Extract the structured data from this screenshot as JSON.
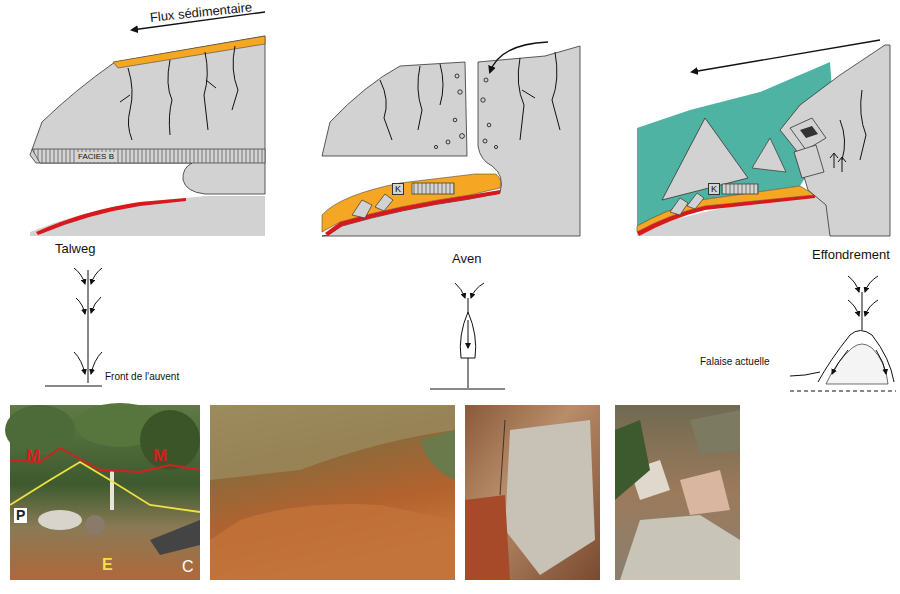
{
  "diagram": {
    "nodes": [
      {
        "text": [
          "FACIES B"
        ]
      },
      {
        "text": [
          "K"
        ]
      },
      {
        "text": [
          "K"
        ]
      }
    ],
    "labels": [
      "Flux sédimentaire",
      "Talweg",
      "Aven",
      "Effondrement",
      "Front de l'auvent",
      "Falaise actuelle",
      "M",
      "M",
      "P",
      "E",
      "C"
    ]
  }
}
